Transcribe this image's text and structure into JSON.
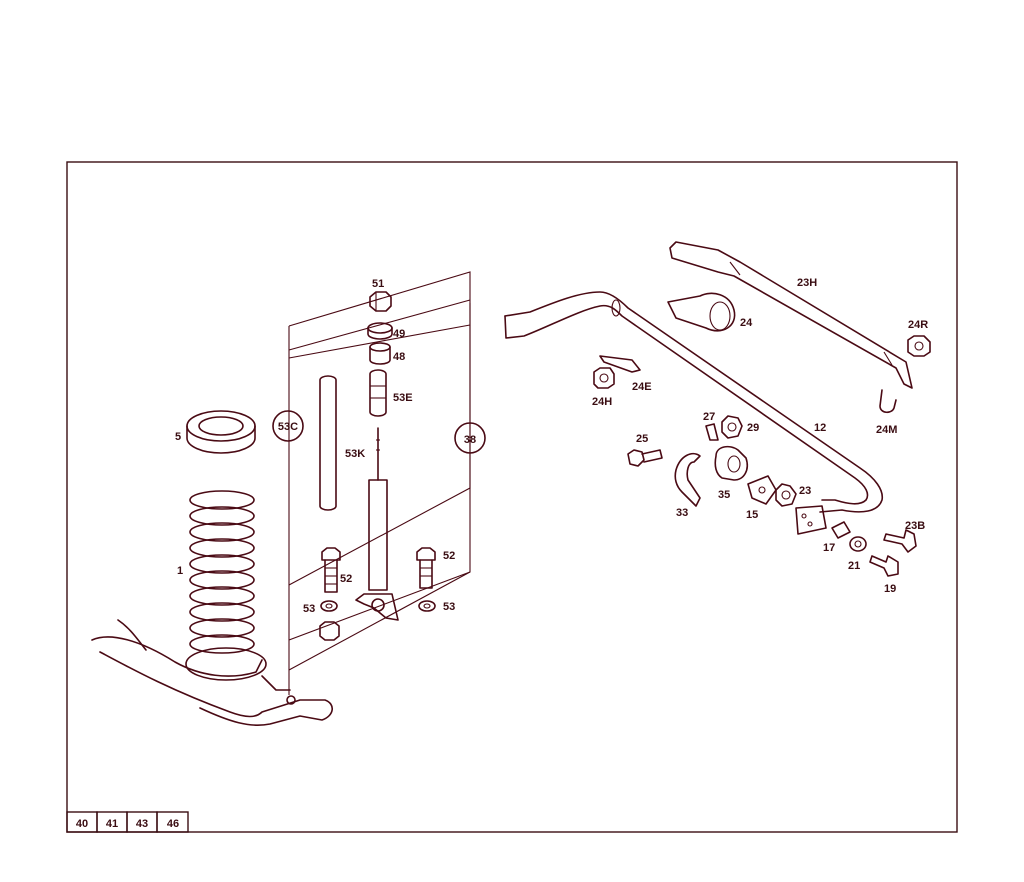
{
  "callouts": {
    "c1": "1",
    "c5": "5",
    "c51": "51",
    "c49": "49",
    "c48": "48",
    "c53E": "53E",
    "c53K": "53K",
    "c52a": "52",
    "c52b": "52",
    "c53a": "53",
    "c53b": "53",
    "c12": "12",
    "c15": "15",
    "c17": "17",
    "c19": "19",
    "c21": "21",
    "c23": "23",
    "c23B": "23B",
    "c23H": "23H",
    "c24": "24",
    "c24E": "24E",
    "c24H": "24H",
    "c24M": "24M",
    "c24R": "24R",
    "c25": "25",
    "c27": "27",
    "c29": "29",
    "c33": "33",
    "c35": "35"
  },
  "circled_refs": {
    "ref_53C": "53C",
    "ref_38": "38"
  },
  "group_tabs": [
    "40",
    "41",
    "43",
    "46"
  ]
}
